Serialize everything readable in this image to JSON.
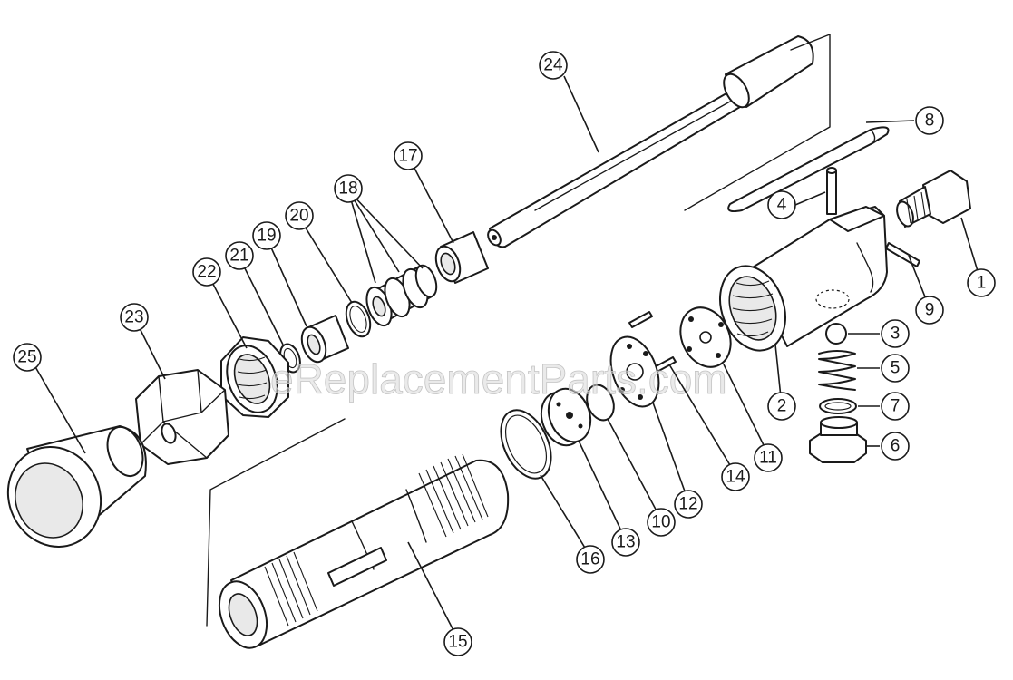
{
  "watermark": "eReplacementParts.com",
  "callouts": [
    {
      "num": "1"
    },
    {
      "num": "2"
    },
    {
      "num": "3"
    },
    {
      "num": "4"
    },
    {
      "num": "5"
    },
    {
      "num": "6"
    },
    {
      "num": "7"
    },
    {
      "num": "8"
    },
    {
      "num": "9"
    },
    {
      "num": "10"
    },
    {
      "num": "11"
    },
    {
      "num": "12"
    },
    {
      "num": "13"
    },
    {
      "num": "14"
    },
    {
      "num": "15"
    },
    {
      "num": "16"
    },
    {
      "num": "17"
    },
    {
      "num": "18"
    },
    {
      "num": "19"
    },
    {
      "num": "20"
    },
    {
      "num": "21"
    },
    {
      "num": "22"
    },
    {
      "num": "23"
    },
    {
      "num": "24"
    },
    {
      "num": "25"
    }
  ]
}
